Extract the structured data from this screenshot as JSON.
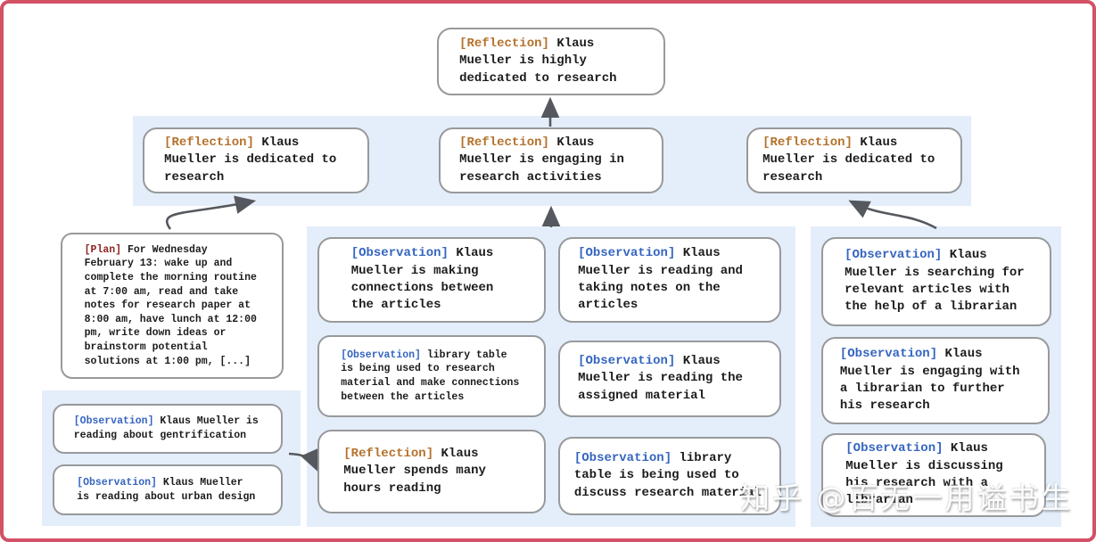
{
  "watermark": "知乎 @百无一用谥书生",
  "colors": {
    "frame_border": "#d25165",
    "panel_bg": "#e4eefa",
    "box_border": "#98999b",
    "reflection_tag": "#b5722c",
    "observation_tag": "#3565c0",
    "plan_tag": "#8f2521",
    "arrow": "#55585e",
    "body_text": "#1c1c1c"
  },
  "top": {
    "tag": "[Reflection]",
    "text": "Klaus Mueller is highly dedicated to research"
  },
  "row2": [
    {
      "tag": "[Reflection]",
      "text": "Klaus Mueller is dedicated to research"
    },
    {
      "tag": "[Reflection]",
      "text": "Klaus Mueller is engaging in research activities"
    },
    {
      "tag": "[Reflection]",
      "text": "Klaus Mueller is dedicated to research"
    }
  ],
  "plan": {
    "tag": "[Plan]",
    "text": "For Wednesday February 13: wake up and complete the morning routine at 7:00 am, read and take notes for research paper at 8:00 am, have lunch at 12:00 pm, write down ideas or brainstorm potential solutions at 1:00 pm, [...]"
  },
  "left_group": [
    {
      "tag": "[Observation]",
      "text": "Klaus Mueller is reading about gentrification"
    },
    {
      "tag": "[Observation]",
      "text": "Klaus Mueller is reading about urban design"
    }
  ],
  "middle_group": {
    "col1": [
      {
        "tag": "[Observation]",
        "text": "Klaus Mueller is making connections between the articles"
      },
      {
        "tag": "[Observation]",
        "text": "library table is being used to research material and make connections between the articles"
      },
      {
        "tag": "[Reflection]",
        "text": "Klaus Mueller spends many hours reading"
      }
    ],
    "col2": [
      {
        "tag": "[Observation]",
        "text": "Klaus Mueller is reading and taking notes on the articles"
      },
      {
        "tag": "[Observation]",
        "text": "Klaus Mueller is reading the assigned material"
      },
      {
        "tag": "[Observation]",
        "text": "library table is being used to discuss research material"
      }
    ]
  },
  "right_group": [
    {
      "tag": "[Observation]",
      "text": "Klaus Mueller is searching for relevant articles with the help of a librarian"
    },
    {
      "tag": "[Observation]",
      "text": "Klaus Mueller is engaging with a librarian to further his research"
    },
    {
      "tag": "[Observation]",
      "text": "Klaus Mueller is discussing his research with a librarian"
    }
  ]
}
